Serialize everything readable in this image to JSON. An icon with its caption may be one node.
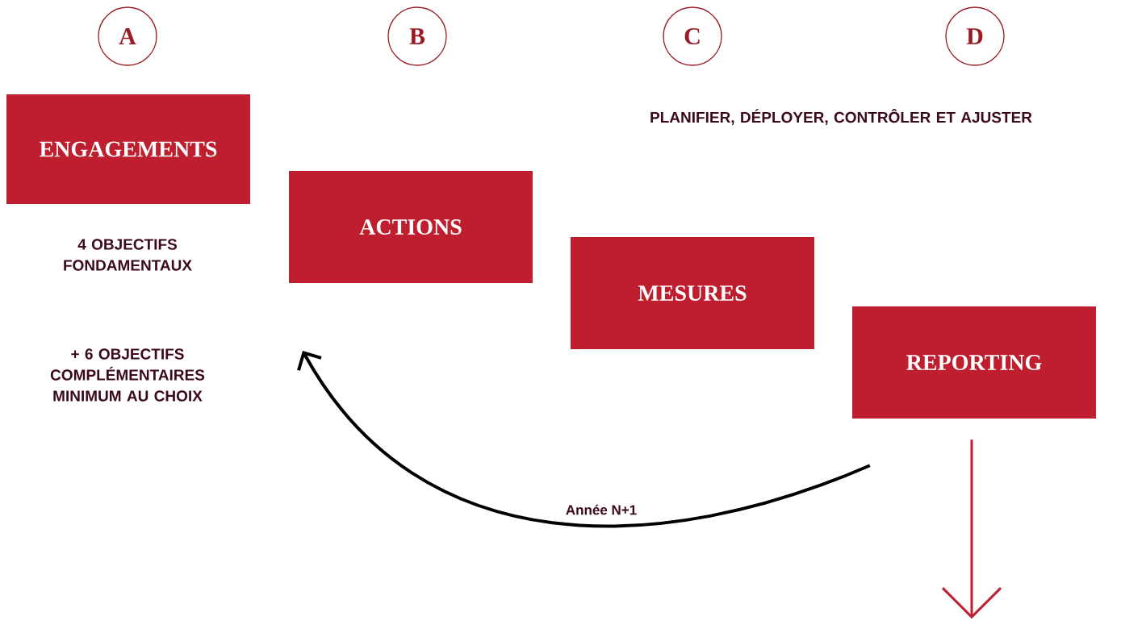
{
  "diagram": {
    "nodes": [
      {
        "text": [
          "A"
        ]
      },
      {
        "text": [
          "B"
        ]
      },
      {
        "text": [
          "C"
        ]
      },
      {
        "text": [
          "D"
        ]
      },
      {
        "text": [
          "ENGAGEMENTS"
        ],
        "beside": [
          "4 OBJECTIFS FONDAMENTAUX"
        ]
      },
      {
        "text": [
          "ACTIONS"
        ]
      },
      {
        "text": [
          "MESURES"
        ]
      },
      {
        "text": [
          "REPORTING"
        ]
      }
    ],
    "edges": [
      {
        "from": 7,
        "to": null,
        "arrow": "to",
        "label": "Année N+1",
        "color": "#000000"
      },
      {
        "from": 7,
        "to": null,
        "arrow": "to",
        "color": "#be1e2d"
      }
    ],
    "labels": [
      "+ 6 OBJECTIFS COMPLÉMENTAIRES MINIMUM AU CHOIX",
      "PLANIFIER, DÉPLOYER, CONTRÔLER ET AJUSTER"
    ]
  }
}
